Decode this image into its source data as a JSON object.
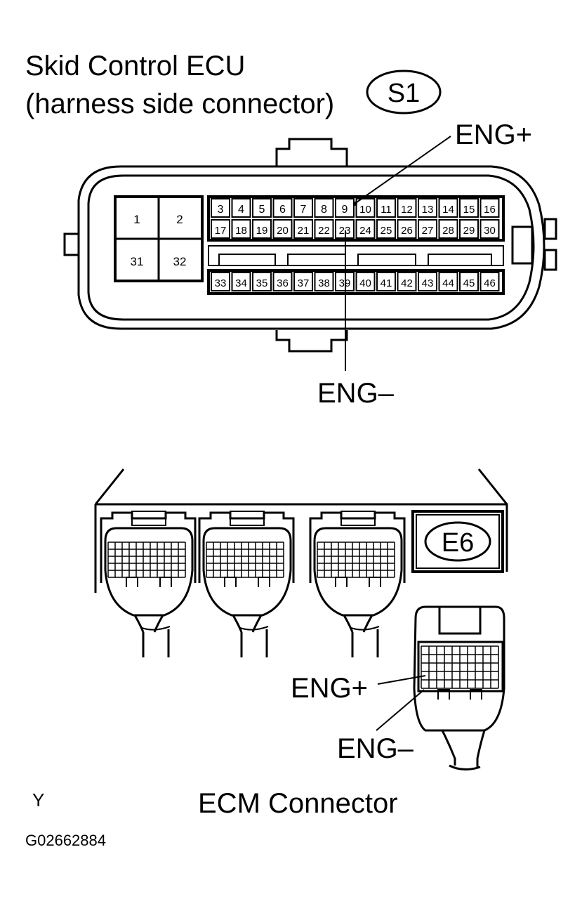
{
  "skid_ecu": {
    "title_line1": "Skid Control ECU",
    "title_line2": "(harness side connector)",
    "connector_code": "S1",
    "large_pins": [
      "1",
      "2",
      "31",
      "32"
    ],
    "pin_row_1": [
      "3",
      "4",
      "5",
      "6",
      "7",
      "8",
      "9",
      "10",
      "11",
      "12",
      "13",
      "14",
      "15",
      "16"
    ],
    "pin_row_2": [
      "17",
      "18",
      "19",
      "20",
      "21",
      "22",
      "23",
      "24",
      "25",
      "26",
      "27",
      "28",
      "29",
      "30"
    ],
    "pin_row_3": [
      "33",
      "34",
      "35",
      "36",
      "37",
      "38",
      "39",
      "40",
      "41",
      "42",
      "43",
      "44",
      "45",
      "46"
    ],
    "eng_plus_label": "ENG+",
    "eng_minus_label": "ENG–"
  },
  "ecm": {
    "connector_code": "E6",
    "eng_plus_label": "ENG+",
    "eng_minus_label": "ENG–",
    "title": "ECM Connector"
  },
  "footer": {
    "mark": "Y",
    "figure_code": "G02662884"
  }
}
